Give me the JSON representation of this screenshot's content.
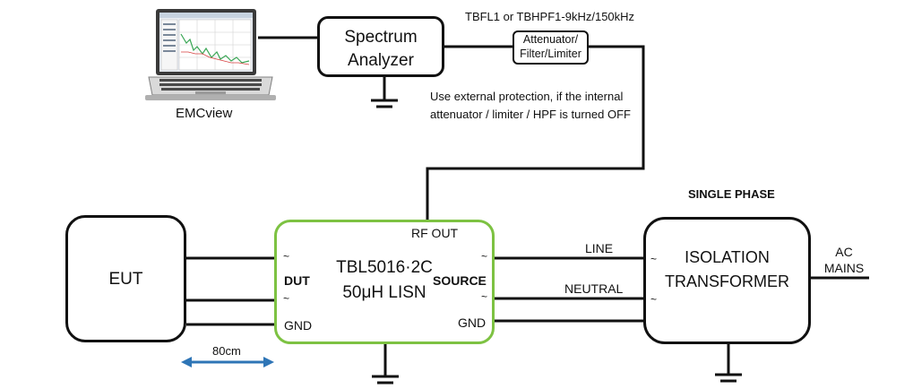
{
  "laptop": {
    "label": "EMCview"
  },
  "spectrum_analyzer": {
    "line1": "Spectrum",
    "line2": "Analyzer"
  },
  "filter_note": "TBFL1 or TBHPF1-9kHz/150kHz",
  "attenuator": {
    "line1": "Attenuator/",
    "line2": "Filter/Limiter"
  },
  "protection_note": {
    "line1": "Use external protection, if the internal",
    "line2": "attenuator / limiter / HPF is turned OFF"
  },
  "eut": {
    "label": "EUT"
  },
  "lisn": {
    "rf_out": "RF OUT",
    "line1": "TBL5016·2C",
    "line2": "50μH LISN",
    "dut": "DUT",
    "source": "SOURCE",
    "gnd_left": "GND",
    "gnd_right": "GND",
    "tilde": "~"
  },
  "wires": {
    "line": "LINE",
    "neutral": "NEUTRAL"
  },
  "distance": "80cm",
  "single_phase": "SINGLE PHASE",
  "transformer": {
    "line1": "ISOLATION",
    "line2": "TRANSFORMER"
  },
  "ac_mains": {
    "line1": "AC",
    "line2": "MAINS"
  },
  "colors": {
    "lisn_border": "#7dc242",
    "arrow": "#2e75b6",
    "wire": "#111111"
  }
}
